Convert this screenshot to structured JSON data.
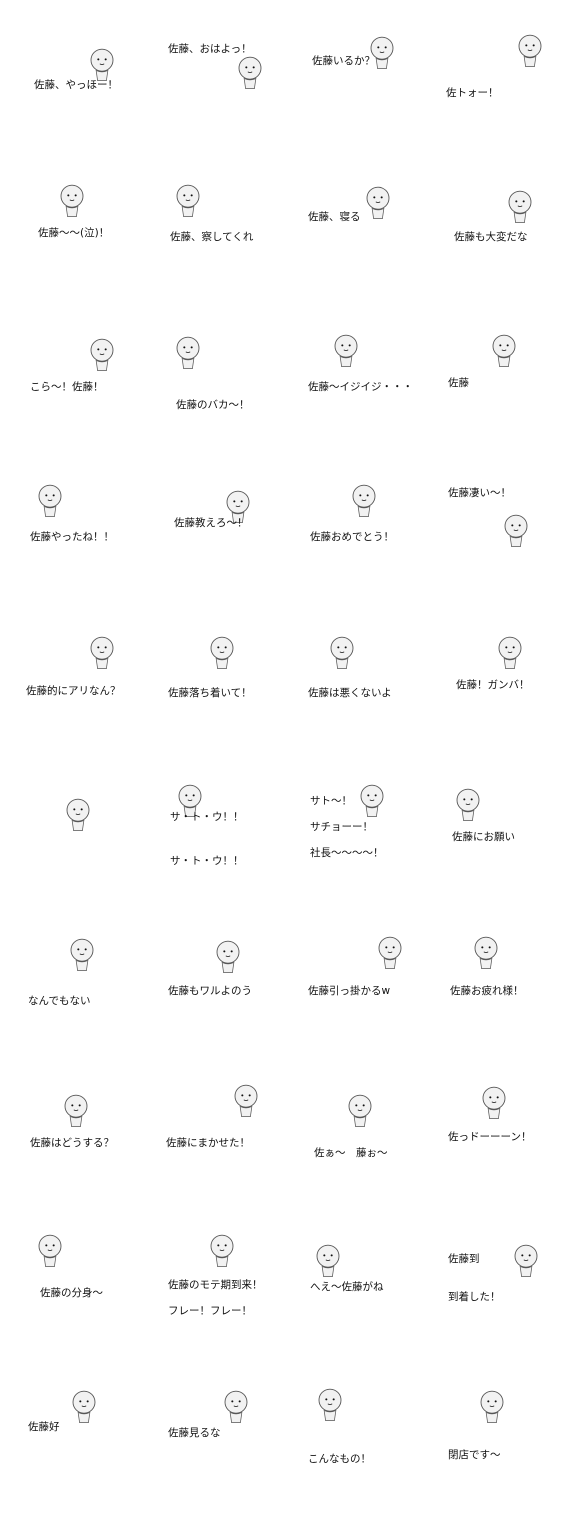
{
  "stickers": [
    {
      "lines": [
        "佐藤、やっほー！"
      ]
    },
    {
      "lines": [
        "佐藤、おはよっ！"
      ]
    },
    {
      "lines": [
        "佐藤いるか？"
      ]
    },
    {
      "lines": [
        "佐トォー！"
      ]
    },
    {
      "lines": [
        "佐藤〜〜(泣)！"
      ]
    },
    {
      "lines": [
        "佐藤、察してくれ"
      ]
    },
    {
      "lines": [
        "佐藤、寝る"
      ]
    },
    {
      "lines": [
        "佐藤も大変だな"
      ]
    },
    {
      "lines": [
        "こら〜！佐藤！"
      ]
    },
    {
      "lines": [
        "佐藤のバカ〜！"
      ]
    },
    {
      "lines": [
        "佐藤〜イジイジ・・・"
      ]
    },
    {
      "lines": [
        "佐藤"
      ]
    },
    {
      "lines": [
        "佐藤やったね！！"
      ]
    },
    {
      "lines": [
        "佐藤教えろ〜！"
      ]
    },
    {
      "lines": [
        "佐藤おめでとう！"
      ]
    },
    {
      "lines": [
        "佐藤凄い〜！"
      ]
    },
    {
      "lines": [
        "佐藤的にアリなん？"
      ]
    },
    {
      "lines": [
        "佐藤落ち着いて！"
      ]
    },
    {
      "lines": [
        "佐藤は悪くないよ"
      ]
    },
    {
      "lines": [
        "佐藤！ガンバ！"
      ]
    },
    {
      "lines": []
    },
    {
      "lines": [
        "サ・ト・ウ！！",
        "サ・ト・ウ！！"
      ]
    },
    {
      "lines": [
        "サト〜！",
        "サチョーー！",
        "社長〜〜〜〜！"
      ]
    },
    {
      "lines": [
        "佐藤にお願い"
      ]
    },
    {
      "lines": [
        "なんでもない"
      ]
    },
    {
      "lines": [
        "佐藤もワルよのう"
      ]
    },
    {
      "lines": [
        "佐藤引っ掛かるw"
      ]
    },
    {
      "lines": [
        "佐藤お疲れ様！"
      ]
    },
    {
      "lines": [
        "佐藤はどうする？"
      ]
    },
    {
      "lines": [
        "佐藤にまかせた！"
      ]
    },
    {
      "lines": [
        "佐ぁ〜",
        "藤ぉ〜"
      ]
    },
    {
      "lines": [
        "佐っドーーーン！"
      ]
    },
    {
      "lines": [
        "佐藤の分身〜"
      ]
    },
    {
      "lines": [
        "佐藤のモテ期到来！",
        "フレー！フレー！"
      ]
    },
    {
      "lines": [
        "へえ〜佐藤がね"
      ]
    },
    {
      "lines": [
        "佐藤到",
        "到着した！"
      ]
    },
    {
      "lines": [
        "佐藤好"
      ]
    },
    {
      "lines": [
        "佐藤見るな"
      ]
    },
    {
      "lines": [
        "こんなもの！"
      ]
    },
    {
      "lines": [
        "閉店です〜"
      ]
    }
  ],
  "colors": {
    "figure_fill": "#f2f2f2",
    "figure_stroke": "#555555",
    "tear": "#4aa8e0",
    "green": "#44cc22",
    "dark": "#555555"
  }
}
